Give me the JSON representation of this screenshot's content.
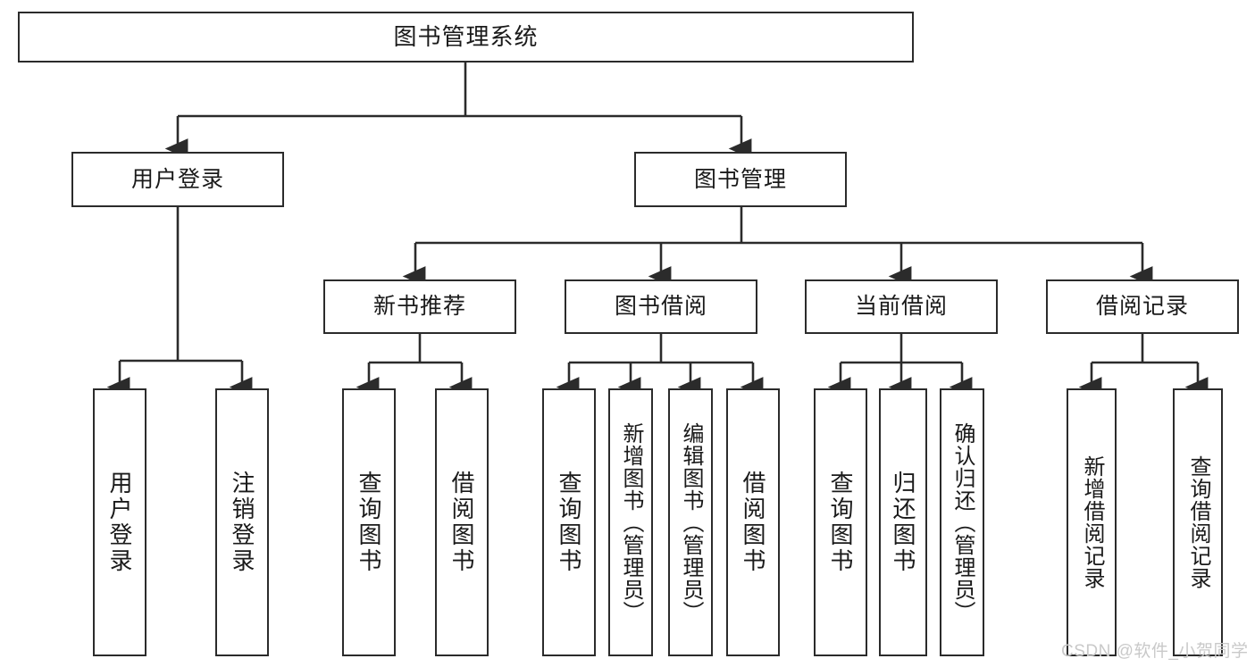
{
  "diagram": {
    "title": "图书管理系统",
    "type": "tree-hierarchy",
    "watermark": "CSDN @软件_小贺同学",
    "stroke_color": "#2b2b2b",
    "fill_color": "#ffffff",
    "text_color": "#1a1a1a",
    "nodes": {
      "root": {
        "label": "图书管理系统"
      },
      "level2": [
        {
          "id": "user-login",
          "label": "用户登录"
        },
        {
          "id": "book-manage",
          "label": "图书管理"
        }
      ],
      "level3": [
        {
          "id": "new-book-rec",
          "label": "新书推荐"
        },
        {
          "id": "book-borrow",
          "label": "图书借阅"
        },
        {
          "id": "current-borrow",
          "label": "当前借阅"
        },
        {
          "id": "borrow-record",
          "label": "借阅记录"
        }
      ],
      "leaves": {
        "user-login": [
          {
            "id": "leaf-user-login",
            "label": "用户登录"
          },
          {
            "id": "leaf-logout",
            "label": "注销登录"
          }
        ],
        "new-book-rec": [
          {
            "id": "leaf-query-book-1",
            "label": "查询图书"
          },
          {
            "id": "leaf-borrow-book-1",
            "label": "借阅图书"
          }
        ],
        "book-borrow": [
          {
            "id": "leaf-query-book-2",
            "label": "查询图书"
          },
          {
            "id": "leaf-add-book",
            "label": "新增图书（管理员）"
          },
          {
            "id": "leaf-edit-book",
            "label": "编辑图书（管理员）"
          },
          {
            "id": "leaf-borrow-book-2",
            "label": "借阅图书"
          }
        ],
        "current-borrow": [
          {
            "id": "leaf-query-book-3",
            "label": "查询图书"
          },
          {
            "id": "leaf-return-book",
            "label": "归还图书"
          },
          {
            "id": "leaf-confirm-return",
            "label": "确认归还（管理员）"
          }
        ],
        "borrow-record": [
          {
            "id": "leaf-add-record",
            "label": "新增借阅记录"
          },
          {
            "id": "leaf-query-record",
            "label": "查询借阅记录"
          }
        ]
      }
    }
  }
}
